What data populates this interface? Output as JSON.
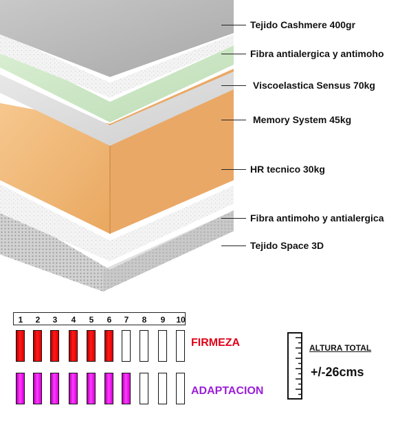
{
  "layers": [
    {
      "label": "Tejido Cashmere 400gr"
    },
    {
      "label": "Fibra antialergica y antimoho"
    },
    {
      "label": "Viscoelastica Sensus 70kg"
    },
    {
      "label": "Memory System 45kg"
    },
    {
      "label": "HR tecnico 30kg"
    },
    {
      "label": "Fibra antimoho y antialergica"
    },
    {
      "label": "Tejido Space 3D"
    }
  ],
  "scale": [
    "1",
    "2",
    "3",
    "4",
    "5",
    "6",
    "7",
    "8",
    "9",
    "10"
  ],
  "metrics": [
    {
      "label": "FIRMEZA",
      "value": 6,
      "max": 10,
      "color": "#e0001a"
    },
    {
      "label": "ADAPTACION",
      "value": 7,
      "max": 10,
      "color": "#9b1fd6"
    }
  ],
  "altura": {
    "title": "ALTURA TOTAL",
    "value": "+/-26cms"
  },
  "colors": {
    "cashmere": "#b4b4b4",
    "fibra": "#f2f2f2",
    "visco": "#cfe8c8",
    "memory": "#dcdcdc",
    "hr": "#f0b574",
    "space3d": "#c8c8c8"
  }
}
